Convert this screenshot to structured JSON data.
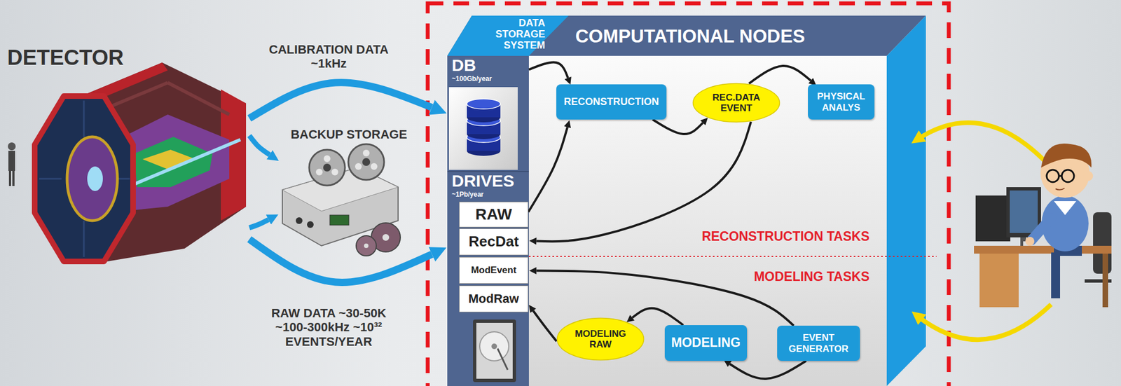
{
  "diagram": {
    "nodes": [
      {
        "text": [
          "DETECTOR"
        ]
      },
      {
        "text": [
          "BACKUP STORAGE"
        ]
      },
      {
        "text": [
          "DATA STORAGE SYSTEM"
        ]
      },
      {
        "text": [
          "DB",
          "~100Gb/year"
        ],
        "in": 2
      },
      {
        "text": [
          "DRIVES",
          "~1Pb/year"
        ],
        "in": 2
      },
      {
        "text": [
          "RAW"
        ],
        "in": 4
      },
      {
        "text": [
          "RecDat"
        ],
        "in": 4
      },
      {
        "text": [
          "ModEvent"
        ],
        "in": 4
      },
      {
        "text": [
          "ModRaw"
        ],
        "in": 4
      },
      {
        "text": [
          "COMPUTATIONAL NODES"
        ]
      },
      {
        "text": [
          "RECONSTRUCTION"
        ],
        "in": 9
      },
      {
        "text": [
          "REC.DATA EVENT"
        ],
        "in": 9
      },
      {
        "text": [
          "PHYSICAL ANALYS"
        ],
        "in": 9
      },
      {
        "text": [
          "MODELING RAW"
        ],
        "in": 9
      },
      {
        "text": [
          "MODELING"
        ],
        "in": 9
      },
      {
        "text": [
          "EVENT GENERATOR"
        ],
        "in": 9
      }
    ],
    "edges": [
      {
        "from": 0,
        "to": 3,
        "arrow": "to",
        "label": "CALIBRATION DATA ~1kHz"
      },
      {
        "from": 0,
        "to": 1,
        "arrow": "to"
      },
      {
        "from": 0,
        "to": 4,
        "arrow": "to",
        "label": "RAW DATA ~30-50K ~100-300kHz ~10³² EVENTS/YEAR"
      },
      {
        "from": 0,
        "to": 1,
        "arrow": "to"
      },
      {
        "from": 3,
        "to": 10,
        "arrow": "to"
      },
      {
        "from": 5,
        "to": 10,
        "arrow": "to"
      },
      {
        "from": 10,
        "to": 11,
        "arrow": "to"
      },
      {
        "from": 11,
        "to": 12,
        "arrow": "to"
      },
      {
        "from": 11,
        "to": 6,
        "arrow": "to"
      },
      {
        "from": 15,
        "to": 7,
        "arrow": "to"
      },
      {
        "from": 15,
        "to": 14,
        "arrow": "to"
      },
      {
        "from": 14,
        "to": 13,
        "arrow": "to"
      },
      {
        "from": 13,
        "to": 8,
        "arrow": "to"
      }
    ],
    "labels": [
      "RECONSTRUCTION TASKS",
      "MODELING TASKS"
    ]
  }
}
